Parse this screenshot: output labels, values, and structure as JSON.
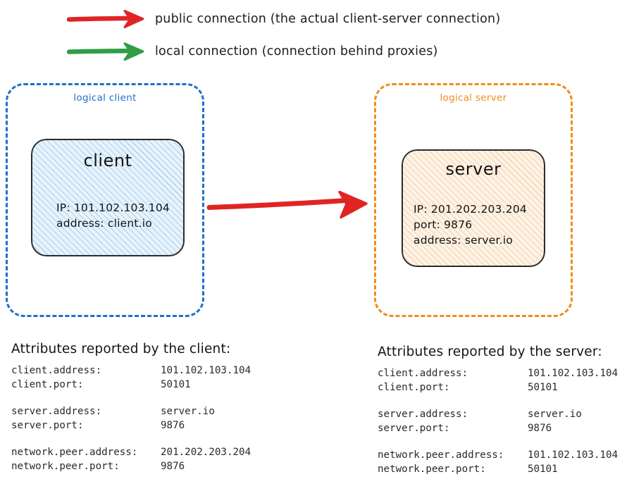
{
  "colors": {
    "public_arrow": "#e02424",
    "local_arrow": "#2f9e44",
    "logical_client_border": "#1e70c8",
    "logical_server_border": "#ef8d19",
    "client_fill": "#e8f3fc",
    "server_fill": "#fdf3e6",
    "node_outline": "#2b2b2b"
  },
  "legend": {
    "items": [
      {
        "icon": "red-right-arrow-icon",
        "color": "#e02424",
        "label": "public connection (the actual client-server connection)"
      },
      {
        "icon": "green-right-arrow-icon",
        "color": "#2f9e44",
        "label": "local connection (connection behind proxies)"
      }
    ]
  },
  "logical_client": {
    "label": "logical client",
    "node": {
      "title": "client",
      "lines": [
        "IP: 101.102.103.104",
        "address: client.io"
      ]
    }
  },
  "logical_server": {
    "label": "logical server",
    "node": {
      "title": "server",
      "lines": [
        "IP: 201.202.203.204",
        "port: 9876",
        "address: server.io"
      ]
    }
  },
  "main_connection": {
    "icon": "red-right-arrow-icon",
    "color": "#e02424",
    "from": "client",
    "to": "server"
  },
  "attributes_client": {
    "heading": "Attributes reported by the client:",
    "groups": [
      [
        {
          "key": "client.address:",
          "value": "101.102.103.104"
        },
        {
          "key": "client.port:",
          "value": "50101"
        }
      ],
      [
        {
          "key": "server.address:",
          "value": "server.io"
        },
        {
          "key": "server.port:",
          "value": "9876"
        }
      ],
      [
        {
          "key": "network.peer.address:",
          "value": "201.202.203.204"
        },
        {
          "key": "network.peer.port:",
          "value": "9876"
        }
      ]
    ]
  },
  "attributes_server": {
    "heading": "Attributes reported by the server:",
    "groups": [
      [
        {
          "key": "client.address:",
          "value": "101.102.103.104"
        },
        {
          "key": "client.port:",
          "value": "50101"
        }
      ],
      [
        {
          "key": "server.address:",
          "value": "server.io"
        },
        {
          "key": "server.port:",
          "value": "9876"
        }
      ],
      [
        {
          "key": "network.peer.address:",
          "value": "101.102.103.104"
        },
        {
          "key": "network.peer.port:",
          "value": "50101"
        }
      ]
    ]
  }
}
